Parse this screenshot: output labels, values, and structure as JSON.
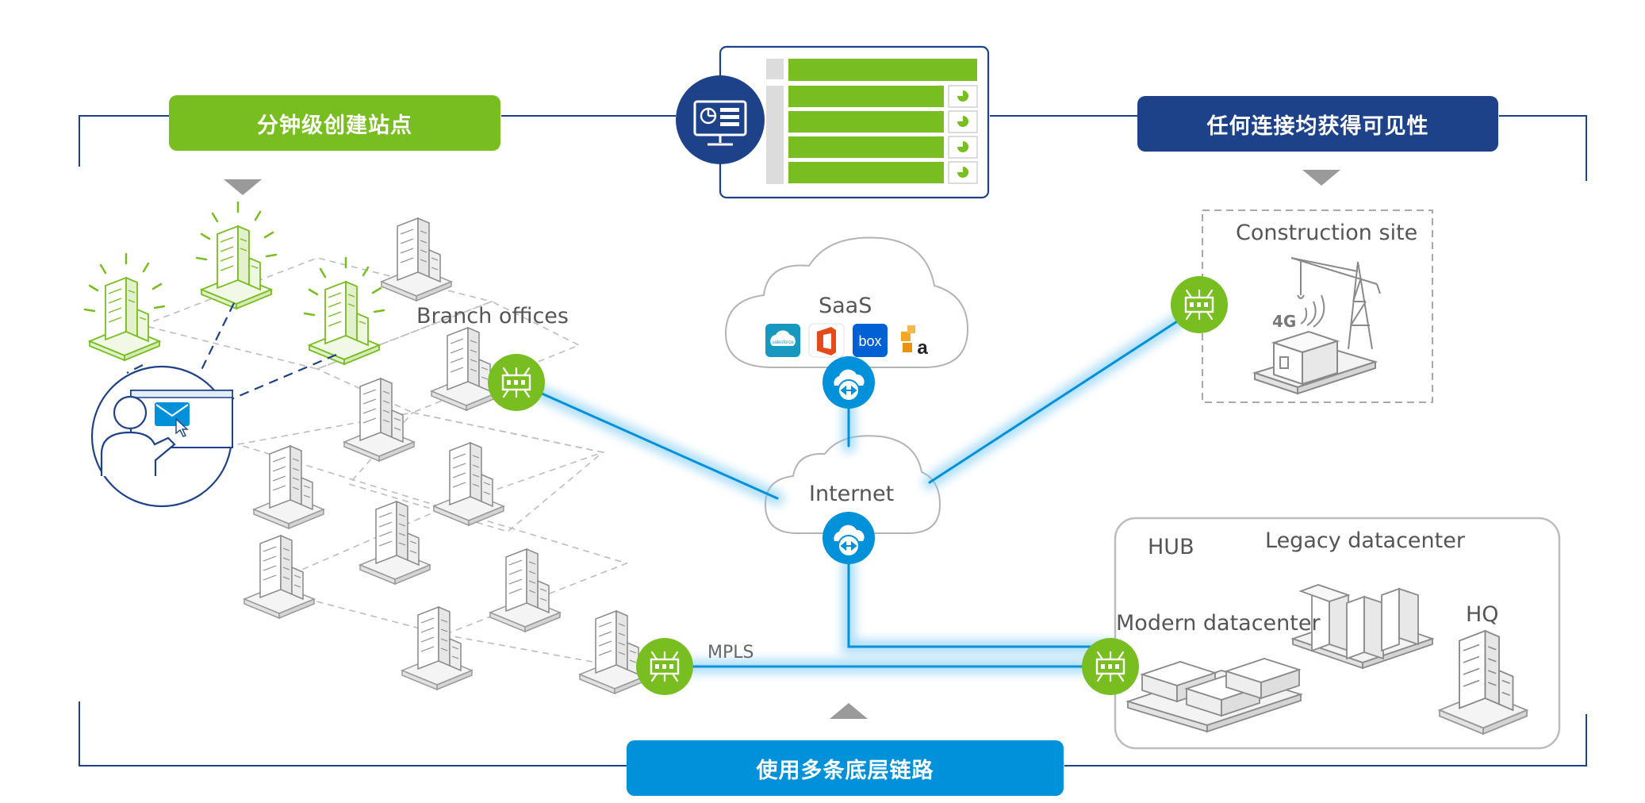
{
  "banners": {
    "create_sites": "分钟级创建站点",
    "visibility": "任何连接均获得可见性",
    "multi_links": "使用多条底层链路"
  },
  "labels": {
    "branch_offices": "Branch offices",
    "saas": "SaaS",
    "internet": "Internet",
    "construction_site": "Construction site",
    "signal_4g": "4G",
    "hub": "HUB",
    "legacy_datacenter": "Legacy datacenter",
    "modern_datacenter": "Modern datacenter",
    "hq": "HQ",
    "mpls": "MPLS"
  },
  "saas_apps": {
    "salesforce": "salesforce",
    "box": "box",
    "amazon": "a"
  },
  "colors": {
    "green": "#78be20",
    "navy": "#1d428a",
    "blue": "#0091da",
    "glow": "#6fc4f2"
  }
}
